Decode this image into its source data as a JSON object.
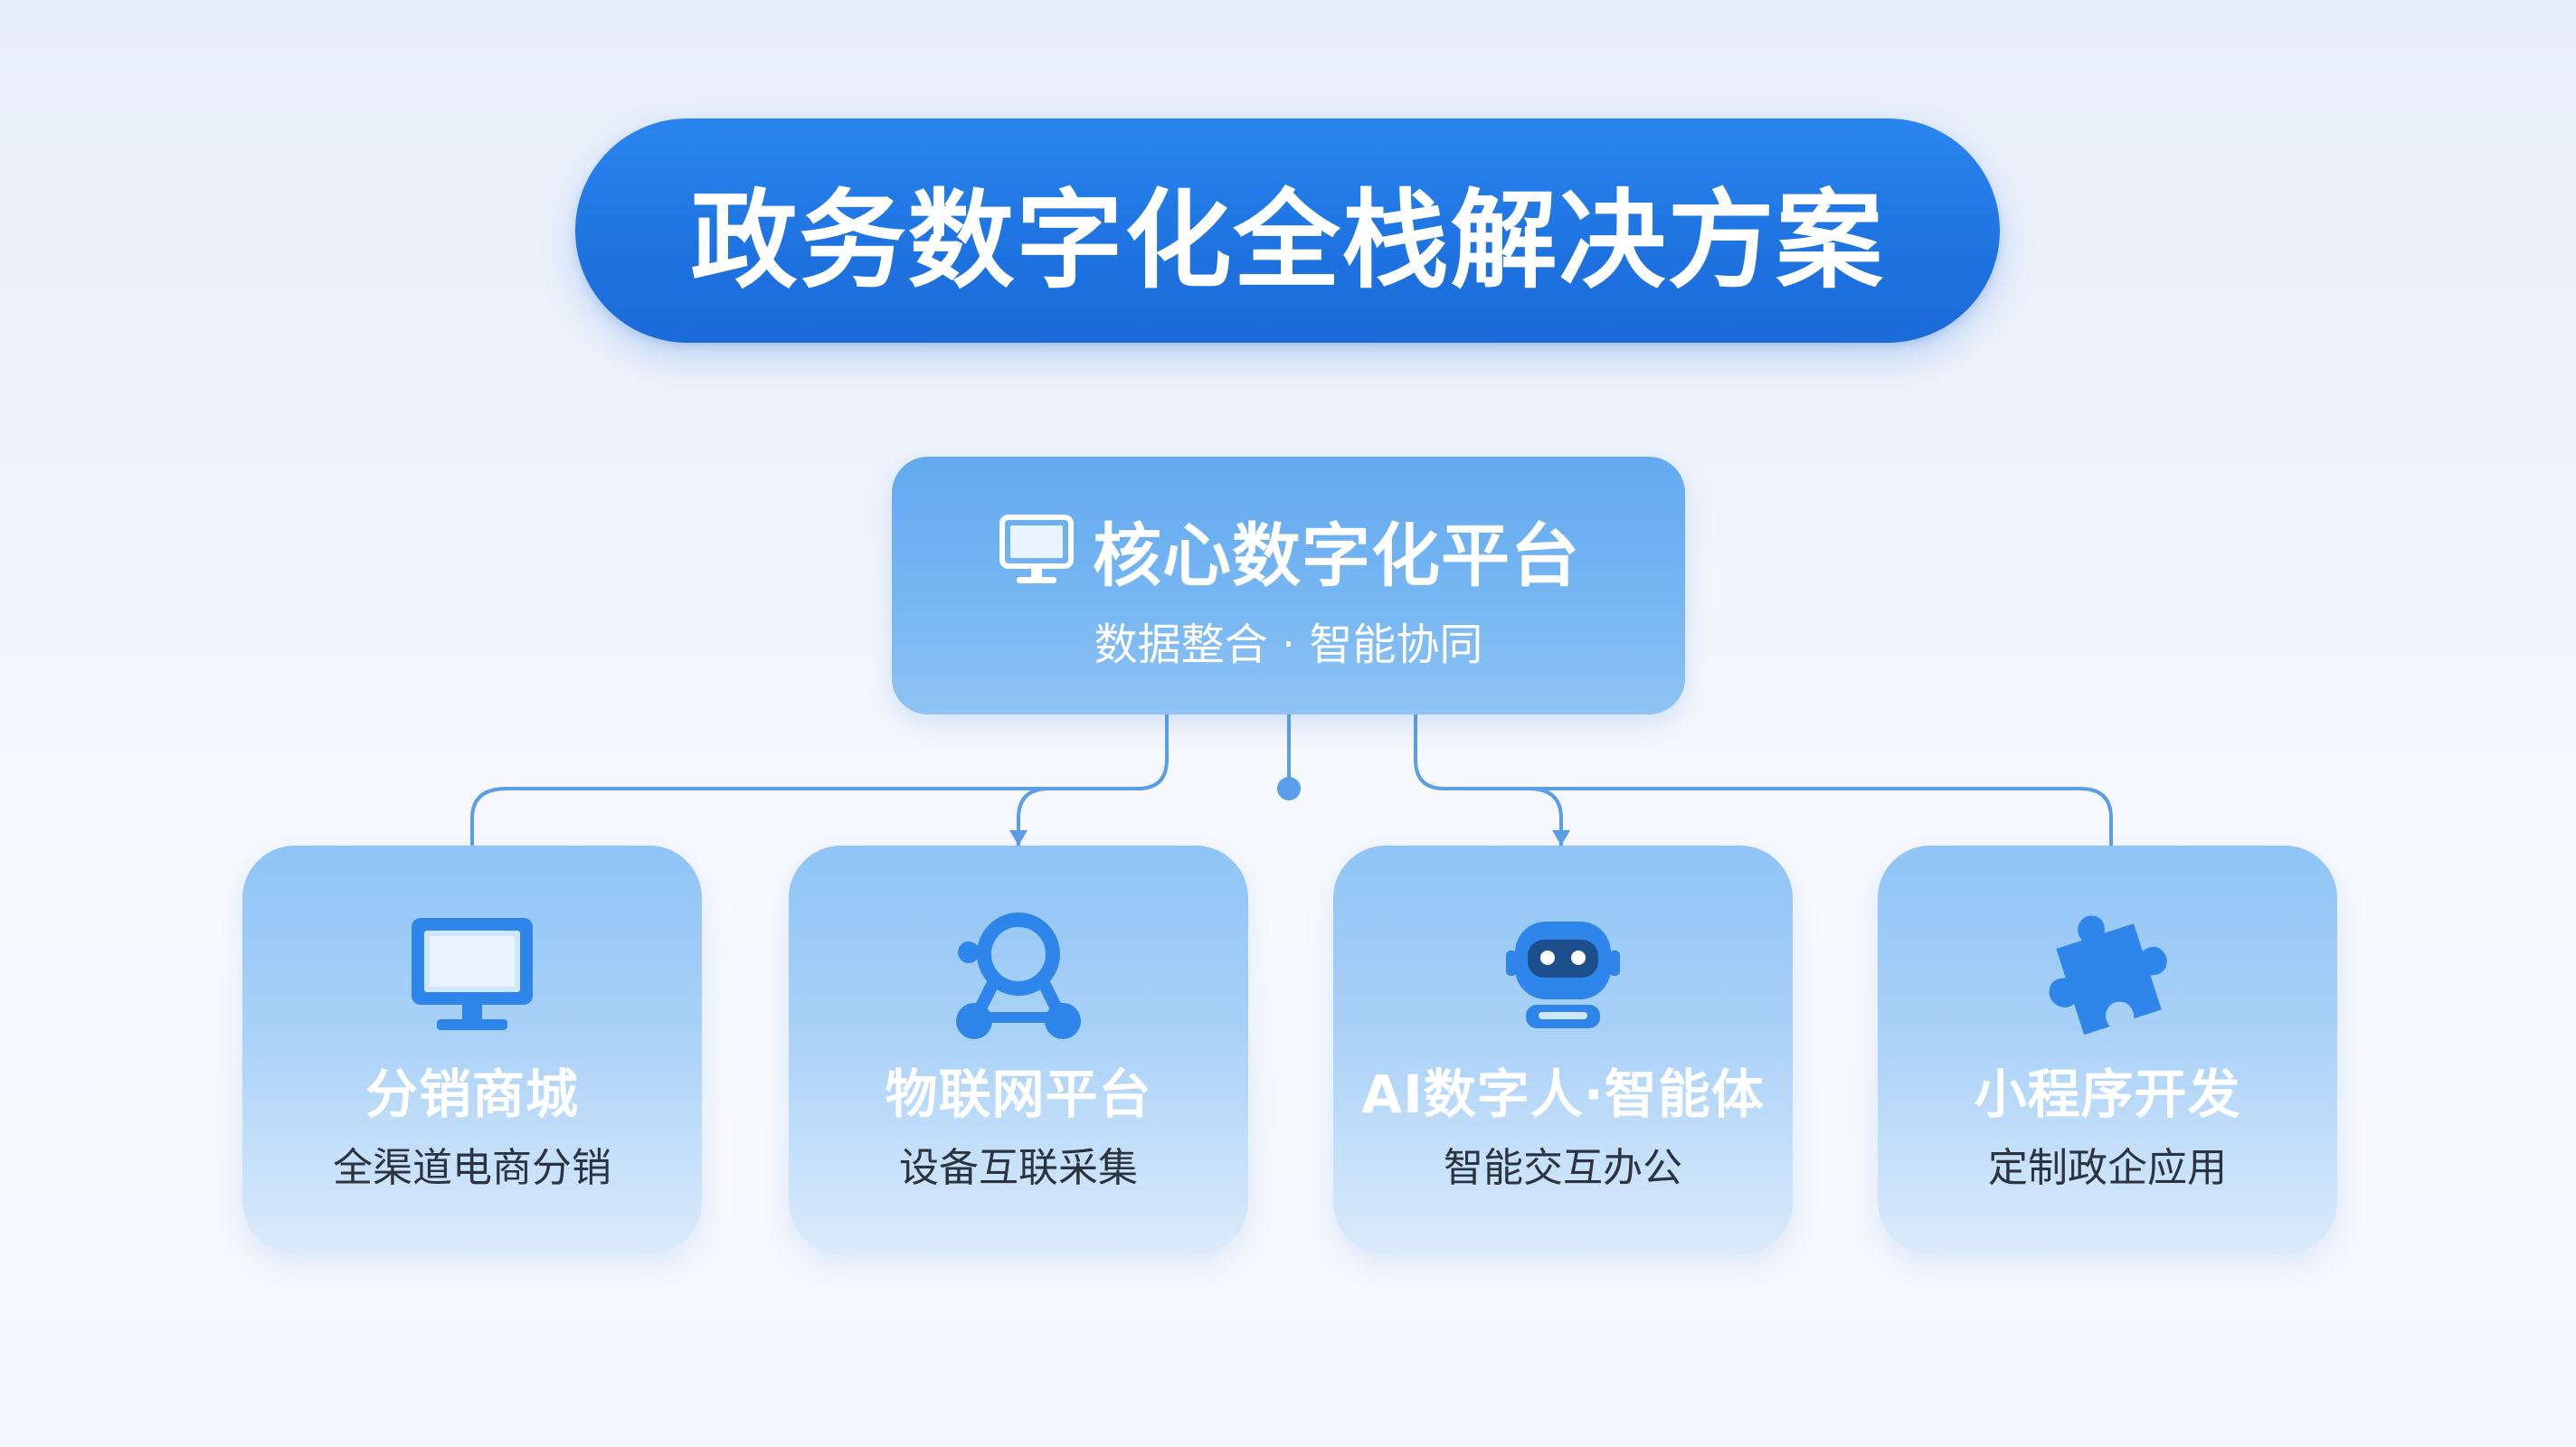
{
  "title": "政务数字化全栈解决方案",
  "core": {
    "title": "核心数字化平台",
    "subtitle": "数据整合 · 智能协同",
    "icon": "monitor-icon"
  },
  "modules": [
    {
      "title": "分销商城",
      "subtitle": "全渠道电商分销",
      "icon": "monitor-icon"
    },
    {
      "title": "物联网平台",
      "subtitle": "设备互联采集",
      "icon": "iot-network-icon"
    },
    {
      "title": "AI数字人·智能体",
      "subtitle": "智能交互办公",
      "icon": "robot-icon"
    },
    {
      "title": "小程序开发",
      "subtitle": "定制政企应用",
      "icon": "puzzle-icon"
    }
  ],
  "colors": {
    "title_bg": "#1f74e2",
    "core_bg": "#6aaef0",
    "card_bg": "#a9d1f7",
    "icon_blue": "#2e86ea",
    "connector": "#5a9ee8",
    "text_dark": "#2b3340",
    "text_light": "#ffffff"
  }
}
